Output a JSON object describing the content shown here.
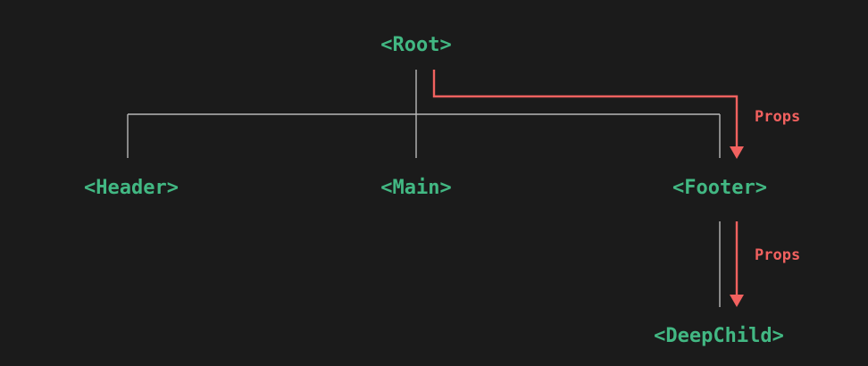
{
  "nodes": {
    "root": "<Root>",
    "header": "<Header>",
    "main": "<Main>",
    "footer": "<Footer>",
    "deep_child": "<DeepChild>"
  },
  "edges": {
    "root_to_footer": "Props",
    "footer_to_deep_child": "Props"
  },
  "colors": {
    "background": "#1b1b1b",
    "node_text": "#42b883",
    "tree_line": "#b8b8b8",
    "props_arrow": "#f1615f"
  }
}
